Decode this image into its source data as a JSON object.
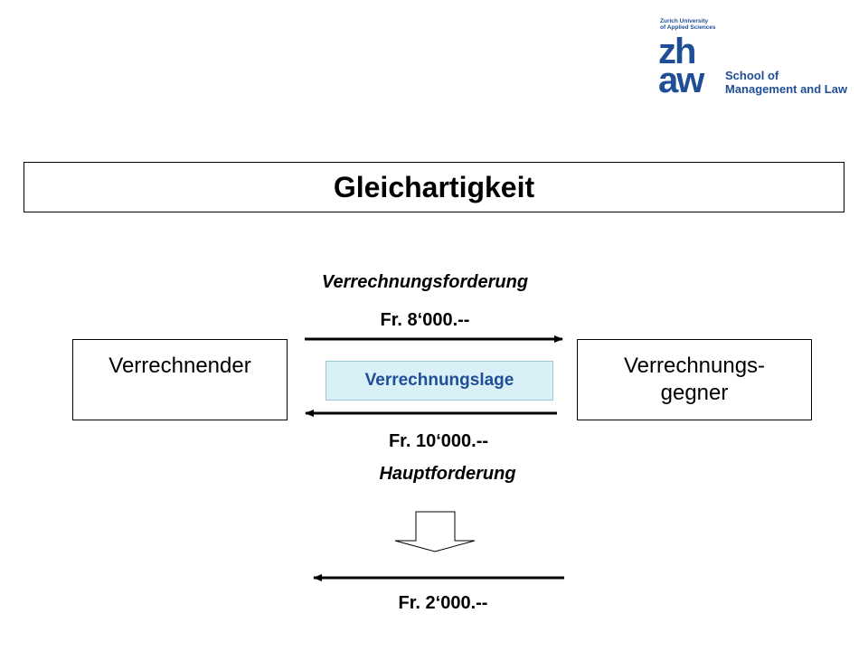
{
  "logo": {
    "university_line1": "Zurich University",
    "university_line2": "of Applied Sciences",
    "mark_top": "zh",
    "mark_bottom": "aw",
    "school_line1": "School of",
    "school_line2": "Management and Law",
    "color": "#1f4e96"
  },
  "title": "Gleichartigkeit",
  "top_arrow": {
    "label": "Verrechnungsforderung",
    "amount": "Fr. 8‘000.--"
  },
  "bottom_arrow": {
    "amount": "Fr. 10‘000.--",
    "label": "Hauptforderung"
  },
  "left_party": "Verrechnender",
  "right_party_line1": "Verrechnungs-",
  "right_party_line2": "gegner",
  "center_badge": "Verrechnungslage",
  "result_amount": "Fr. 2‘000.--",
  "colors": {
    "badge_bg": "#d9f0f6",
    "badge_text": "#1f4e96"
  }
}
